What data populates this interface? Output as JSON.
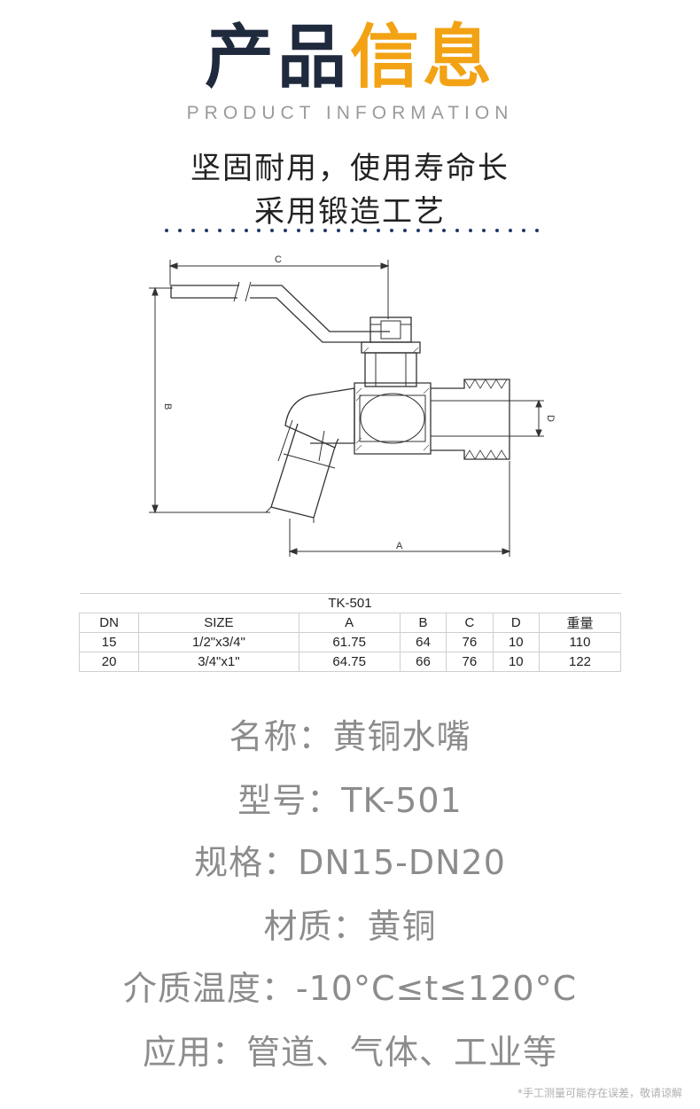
{
  "header": {
    "title_part1": "产品",
    "title_part2": "信息",
    "subtitle_en": "PRODUCT INFORMATION",
    "slogan_line1": "坚固耐用，使用寿命长",
    "slogan_line2": "采用锻造工艺"
  },
  "diagram": {
    "label_a": "A",
    "label_b": "B",
    "label_c": "C",
    "label_d": "D"
  },
  "spec_table": {
    "model": "TK-501",
    "headers": [
      "DN",
      "SIZE",
      "A",
      "B",
      "C",
      "D",
      "重量"
    ],
    "rows": [
      [
        "15",
        "1/2\"x3/4\"",
        "61.75",
        "64",
        "76",
        "10",
        "110"
      ],
      [
        "20",
        "3/4\"x1\"",
        "64.75",
        "66",
        "76",
        "10",
        "122"
      ]
    ]
  },
  "info": {
    "name": "名称：黄铜水嘴",
    "model": "型号：TK-501",
    "spec": "规格：DN15-DN20",
    "material": "材质：黄铜",
    "temperature": "介质温度：-10°C≤t≤120°C",
    "application": "应用：管道、气体、工业等"
  },
  "footnote": "*手工测量可能存在误差，敬请谅解",
  "colors": {
    "title_dark": "#1f2a3d",
    "title_accent": "#f2a213",
    "dots": "#1f3a68",
    "info_text": "#8c8c8c"
  }
}
